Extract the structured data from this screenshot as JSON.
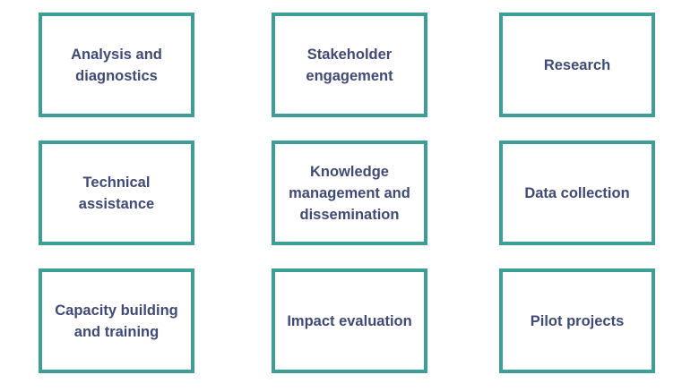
{
  "boxes": [
    {
      "label": "Analysis and diagnostics"
    },
    {
      "label": "Stakeholder engagement"
    },
    {
      "label": "Research"
    },
    {
      "label": "Technical assistance"
    },
    {
      "label": "Knowledge management and dissemination"
    },
    {
      "label": "Data collection"
    },
    {
      "label": "Capacity building and training"
    },
    {
      "label": "Impact evaluation"
    },
    {
      "label": "Pilot projects"
    }
  ],
  "colors": {
    "border": "#3d9e96",
    "text": "#3f4a78",
    "background": "#ffffff"
  }
}
